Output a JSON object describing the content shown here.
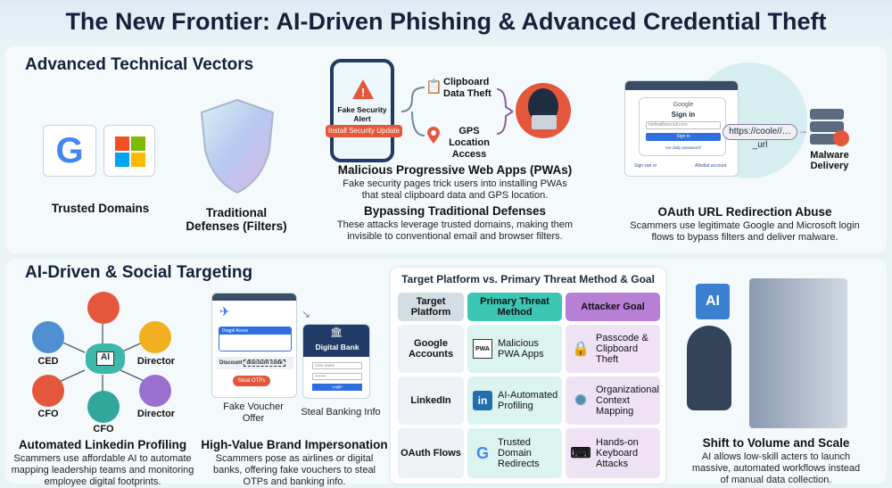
{
  "title": "The New Frontier: AI-Driven Phishing & Advanced Credential Theft",
  "top": {
    "section": "Advanced Technical Vectors",
    "trusted": "Trusted Domains",
    "defenses": "Traditional Defenses (Filters)",
    "phone": {
      "alert": "Fake Security Alert",
      "button": "Install Security Update"
    },
    "clipboard": "Clipboard Data Theft",
    "gps": "GPS Location Access",
    "pwa_title": "Malicious Progressive Web Apps (PWAs)",
    "pwa_desc": "Fake security pages trick users into installing PWAs that steal clipboard data and GPS location.",
    "bypass_title": "Bypassing Traditional Defenses",
    "bypass_desc": "These attacks leverage trusted domains, making them invisible to conventional email and browser filters.",
    "oauth": {
      "brand": "Google",
      "signin": "Sign in",
      "email": "hellowillsoccoll.com",
      "button": "Sign in",
      "forgot": "Are daily password?",
      "link1": "Sign van or",
      "link2": "Allodiat account",
      "url": "https://coole//…_url",
      "malware": "Malware Delivery",
      "title": "OAuth URL Redirection Abuse",
      "desc": "Scammers use legitimate Google and Microsoft login flows to bypass filters and deliver malware."
    }
  },
  "bottom": {
    "section": "AI-Driven & Social Targeting",
    "ai": "AI",
    "people": [
      "CED",
      "Director",
      "CFO",
      "Director",
      "CFO"
    ],
    "profiling_title": "Automated Linkedin Profiling",
    "profiling_desc": "Scammers use affordable AI to automate mapping leadership teams and monitoring employee digital footprints.",
    "voucher": {
      "ticket": "Dogpil Acees",
      "discount": "Discount",
      "code": "discount code",
      "button": "Steal OTPs",
      "label": "Fake Voucher Offer"
    },
    "bank": {
      "name": "Digital Bank",
      "user": "User name",
      "pass": "••••••••",
      "login": "Login",
      "label": "Steal Banking Info"
    },
    "brand_title": "High-Value Brand Impersonation",
    "brand_desc": "Scammers pose as airlines or digital banks, offering fake vouchers to steal OTPs and banking info.",
    "table": {
      "title": "Target Platform vs. Primary Threat Method & Goal",
      "headers": [
        "Target Platform",
        "Primary Threat Method",
        "Attacker Goal"
      ],
      "rows": [
        {
          "platform": "Google Accounts",
          "method": "Malicious PWA Apps",
          "method_icon": "PWA",
          "goal": "Passcode & Clipboard Theft"
        },
        {
          "platform": "LinkedIn",
          "method": "AI-Automated Profiling",
          "method_icon": "in",
          "goal": "Organizational Context Mapping"
        },
        {
          "platform": "OAuth Flows",
          "method": "Trusted Domain Redirects",
          "method_icon": "G",
          "goal": "Hands-on Keyboard Attacks"
        }
      ]
    },
    "scale_ai": "AI",
    "scale_title": "Shift to Volume and Scale",
    "scale_desc": "AI allows low-skill acters to launch massive, automated workflows instead of manual data collection."
  },
  "colors": {
    "teal": "#3cc7b4",
    "purple": "#b77fd6",
    "red": "#e4573c",
    "navy": "#1f3b66",
    "blue": "#2f6fe0"
  }
}
